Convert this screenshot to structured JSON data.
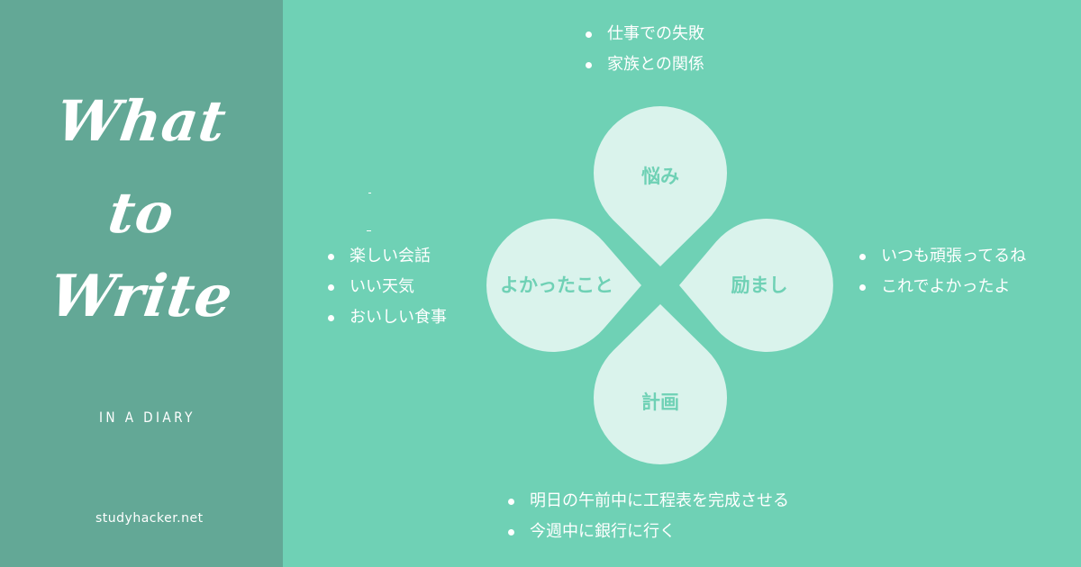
{
  "colors": {
    "left_panel": "#63A896",
    "background": "#6FD1B5",
    "petal_fill": "#DAF3EC",
    "petal_text": "#6FD1B5",
    "text_light": "#FFFFFF"
  },
  "left_panel": {
    "title_lines": [
      "What",
      "to",
      "Write"
    ],
    "subtitle": "IN A DIARY",
    "site": "studyhacker.net"
  },
  "clover": {
    "petals": {
      "top": "悩み",
      "right": "励まし",
      "bottom": "計画",
      "left": "よかったこと"
    }
  },
  "bullets": {
    "top": [
      "仕事での失敗",
      "家族との関係"
    ],
    "left": [
      "楽しい会話",
      "いい天気",
      "おいしい食事"
    ],
    "right": [
      "いつも頑張ってるね",
      "これでよかったよ"
    ],
    "bottom": [
      "明日の午前中に工程表を完成させる",
      "今週中に銀行に行く"
    ]
  }
}
